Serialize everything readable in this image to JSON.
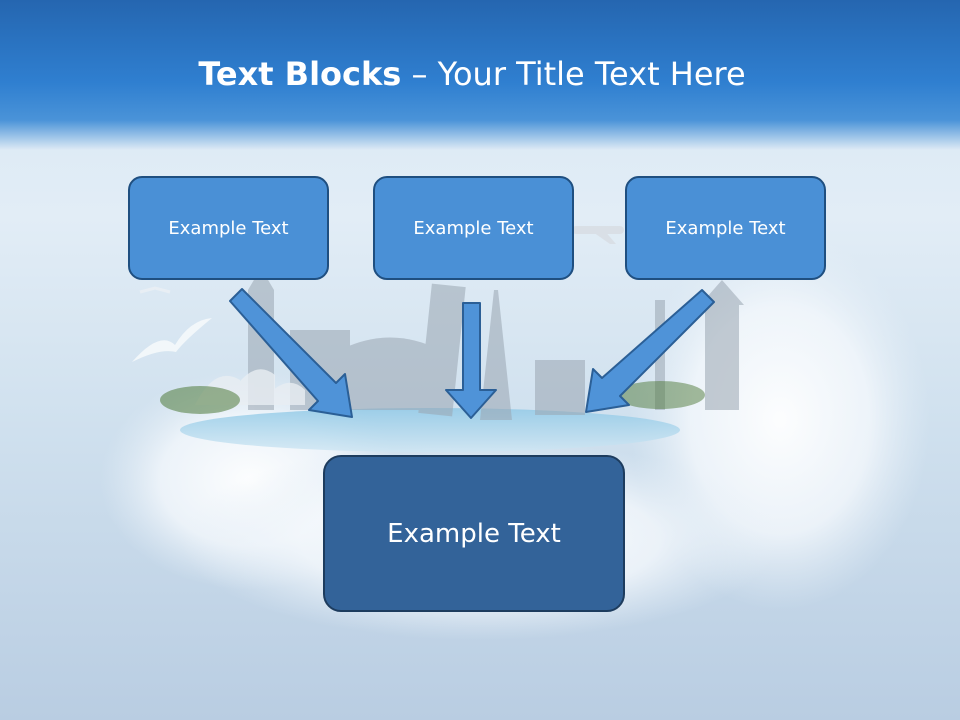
{
  "slide": {
    "title_bold": "Text Blocks",
    "title_separator": " – ",
    "title_rest": "Your Title Text Here",
    "top_blocks": [
      {
        "label": "Example Text"
      },
      {
        "label": "Example Text"
      },
      {
        "label": "Example Text"
      }
    ],
    "main_block": {
      "label": "Example Text"
    }
  },
  "colors": {
    "header_blue": "#2f7fd0",
    "block_fill": "#4a90d6",
    "block_border": "#1f4f80",
    "main_block_fill": "#336399",
    "arrow_fill": "#4f93d8"
  }
}
